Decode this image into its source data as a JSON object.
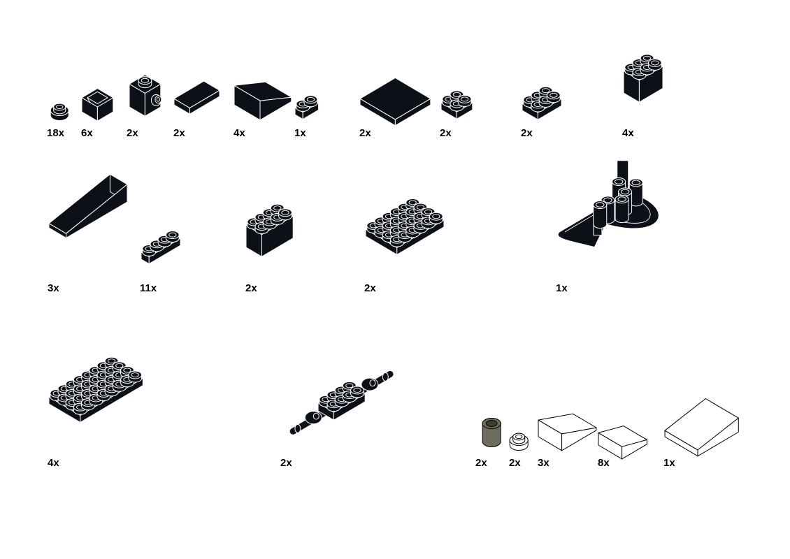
{
  "page": {
    "background": "#ffffff",
    "colors": {
      "brick_black": "#0d1017",
      "brick_edge": "#ffffff",
      "brick_dark_tan": "#6e6d5c",
      "brick_white": "#ffffff",
      "outline": "#000000"
    }
  },
  "parts": [
    {
      "qty": "18x",
      "shape": "round-plate-1x1",
      "color": "black"
    },
    {
      "qty": "6x",
      "shape": "brick-1x1-open",
      "color": "black"
    },
    {
      "qty": "2x",
      "shape": "brick-1x1-side-stud",
      "color": "black"
    },
    {
      "qty": "2x",
      "shape": "tile-1x2",
      "color": "black"
    },
    {
      "qty": "4x",
      "shape": "slope-2x2",
      "color": "black"
    },
    {
      "qty": "1x",
      "shape": "plate-1x2",
      "color": "black"
    },
    {
      "qty": "2x",
      "shape": "tile-2x2",
      "color": "black"
    },
    {
      "qty": "2x",
      "shape": "plate-2x2",
      "color": "black"
    },
    {
      "qty": "2x",
      "shape": "plate-2x3",
      "color": "black"
    },
    {
      "qty": "4x",
      "shape": "brick-2x3",
      "color": "black"
    },
    {
      "qty": "3x",
      "shape": "slope-1x4",
      "color": "black"
    },
    {
      "qty": "11x",
      "shape": "plate-1x4",
      "color": "black"
    },
    {
      "qty": "2x",
      "shape": "brick-2x4",
      "color": "black"
    },
    {
      "qty": "2x",
      "shape": "plate-4x6",
      "color": "black"
    },
    {
      "qty": "1x",
      "shape": "half-round-wedge-plate",
      "color": "black"
    },
    {
      "qty": "4x",
      "shape": "plate-4x8",
      "color": "black"
    },
    {
      "qty": "2x",
      "shape": "plate-2x4-with-axle-holders",
      "color": "black"
    },
    {
      "qty": "2x",
      "shape": "round-brick-1x1",
      "color": "dark-tan"
    },
    {
      "qty": "2x",
      "shape": "round-plate-1x1",
      "color": "white"
    },
    {
      "qty": "3x",
      "shape": "curved-slope-2x2",
      "color": "white"
    },
    {
      "qty": "8x",
      "shape": "curved-slope-1x2",
      "color": "white"
    },
    {
      "qty": "1x",
      "shape": "curved-slope-2x2-long",
      "color": "white"
    }
  ]
}
